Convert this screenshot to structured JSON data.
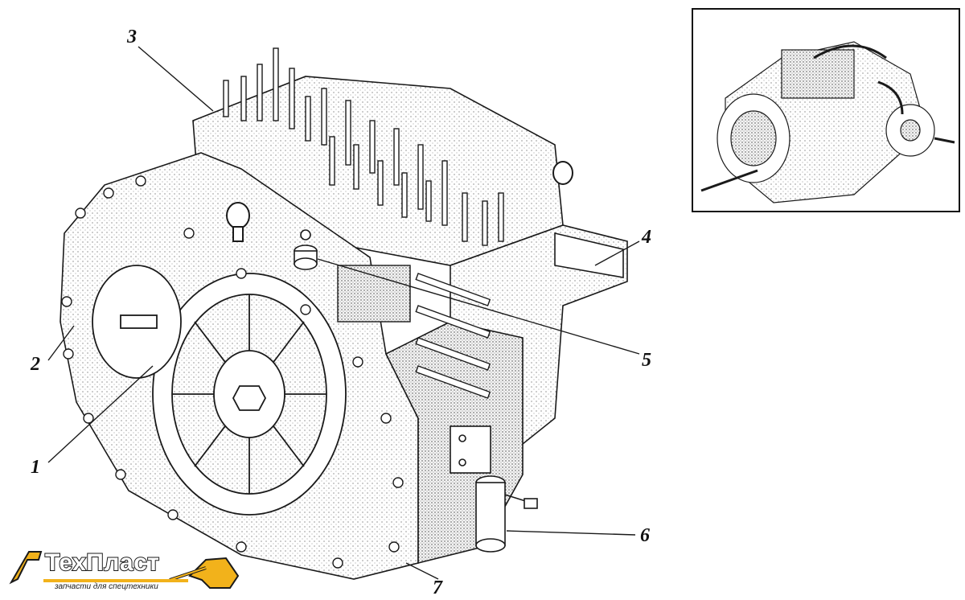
{
  "callouts": [
    "1",
    "2",
    "3",
    "4",
    "5",
    "6",
    "7"
  ],
  "logo": {
    "name": "ТехПласт",
    "tagline": "запчасти для спецтехники",
    "accent_color": "#f2b21b",
    "outline_color": "#1a1a1a"
  },
  "colors": {
    "line": "#1a1a1a",
    "paper": "#ffffff",
    "shade": "#e8e8e8"
  }
}
